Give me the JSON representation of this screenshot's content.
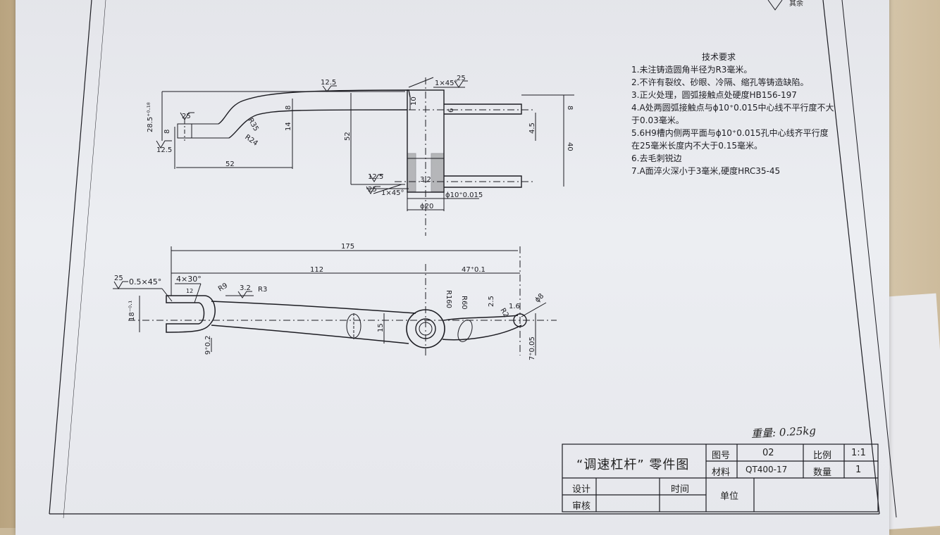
{
  "drawing": {
    "top_view_dims": {
      "d_28_5": "28.5⁺⁰·¹⁸",
      "d_8_left": "8",
      "d_25_left": "25",
      "d_12_5_left": "12.5",
      "d_52_bottom": "52",
      "d_12_5_top": "12.5",
      "d_8_mid": "8",
      "d_14": "14",
      "d_R35": "R35",
      "d_R24": "R24",
      "d_52_vert": "52",
      "d_chamfer_top": "1×45°",
      "d_25_top": "25",
      "d_10": "10",
      "d_6": "6",
      "d_8_right": "8",
      "d_4_5": "4.5",
      "d_40": "40",
      "d_12_5_low": "12.5",
      "d_25_low": "25",
      "d_chamfer_low": "1×45°",
      "d_3_2": "3.2",
      "d_phi10": "ϕ10⁺0.015",
      "d_phi20": "ϕ20"
    },
    "side_view_dims": {
      "d_175": "175",
      "d_112": "112",
      "d_47": "47⁺0.1",
      "d_25": "25",
      "d_chamfer": "0.5×45°",
      "d_4x30": "4×30°",
      "d_R9": "R9",
      "d_3_2": "3.2",
      "d_R3": "R3",
      "d_18": "18⁻⁰·¹",
      "d_9": "9⁺0.2",
      "d_15": "15",
      "d_R160": "R160",
      "d_R60": "R60",
      "d_2_5": "2.5",
      "d_R2": "R2",
      "d_1_6": "1.6",
      "d_phi8": "ϕ8",
      "d_7": "7⁺0.05",
      "d_12": "12"
    }
  },
  "tech_requirements": {
    "title": "技术要求",
    "items": [
      "1.未注铸造圆角半径为R3毫米。",
      "2.不许有裂纹、砂眼、冷隔、缩孔等铸造缺陷。",
      "3.正火处理，圆弧接触点处硬度HB156-197",
      "4.A处两圆弧接触点与ϕ10⁺0.015中心线不平行度不大于0.03毫米。",
      "5.6H9槽内侧两平面与ϕ10⁺0.015孔中心线齐平行度在25毫米长度内不大于0.15毫米。",
      "6.去毛刺锐边",
      "7.A面淬火深小于3毫米,硬度HRC35-45"
    ]
  },
  "corner_mark": "其余",
  "handwritten_weight": "重量: 0.25kg",
  "title_block": {
    "part_title": "“调速杠杆” 零件图",
    "drawing_no_label": "图号",
    "drawing_no": "02",
    "scale_label": "比例",
    "scale": "1:1",
    "material_label": "材料",
    "material": "QT400-17",
    "qty_label": "数量",
    "qty": "1",
    "design_label": "设计",
    "time_label": "时间",
    "review_label": "审核",
    "unit_label": "单位"
  }
}
